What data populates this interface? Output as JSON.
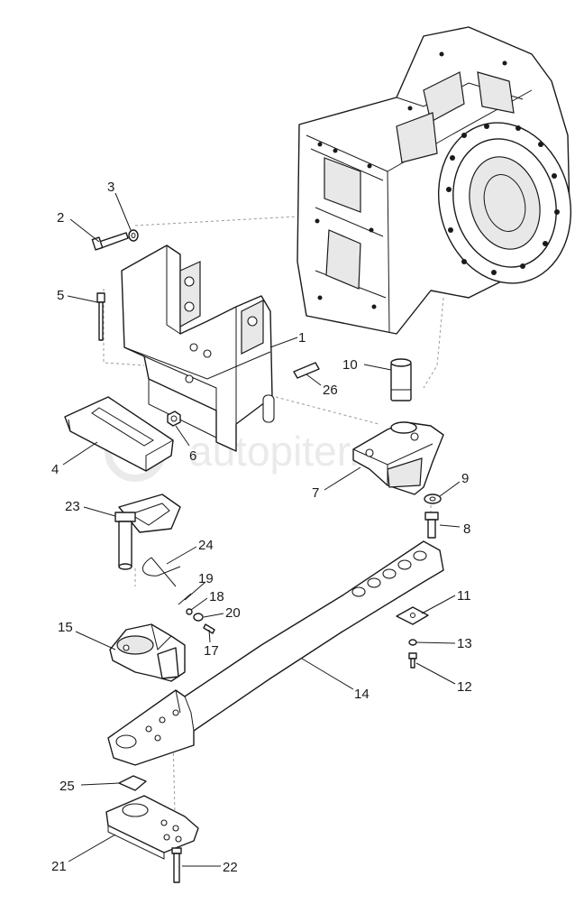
{
  "watermark": {
    "text": "autopiter.ru"
  },
  "callouts": [
    {
      "id": "1",
      "label": "1"
    },
    {
      "id": "2",
      "label": "2"
    },
    {
      "id": "3",
      "label": "3"
    },
    {
      "id": "4",
      "label": "4"
    },
    {
      "id": "5",
      "label": "5"
    },
    {
      "id": "6",
      "label": "6"
    },
    {
      "id": "7",
      "label": "7"
    },
    {
      "id": "8",
      "label": "8"
    },
    {
      "id": "9",
      "label": "9"
    },
    {
      "id": "10",
      "label": "10"
    },
    {
      "id": "11",
      "label": "11"
    },
    {
      "id": "12",
      "label": "12"
    },
    {
      "id": "13",
      "label": "13"
    },
    {
      "id": "14",
      "label": "14"
    },
    {
      "id": "15",
      "label": "15"
    },
    {
      "id": "17",
      "label": "17"
    },
    {
      "id": "18",
      "label": "18"
    },
    {
      "id": "19",
      "label": "19"
    },
    {
      "id": "20",
      "label": "20"
    },
    {
      "id": "21",
      "label": "21"
    },
    {
      "id": "22",
      "label": "22"
    },
    {
      "id": "23",
      "label": "23"
    },
    {
      "id": "24",
      "label": "24"
    },
    {
      "id": "25",
      "label": "25"
    },
    {
      "id": "26",
      "label": "26"
    }
  ]
}
